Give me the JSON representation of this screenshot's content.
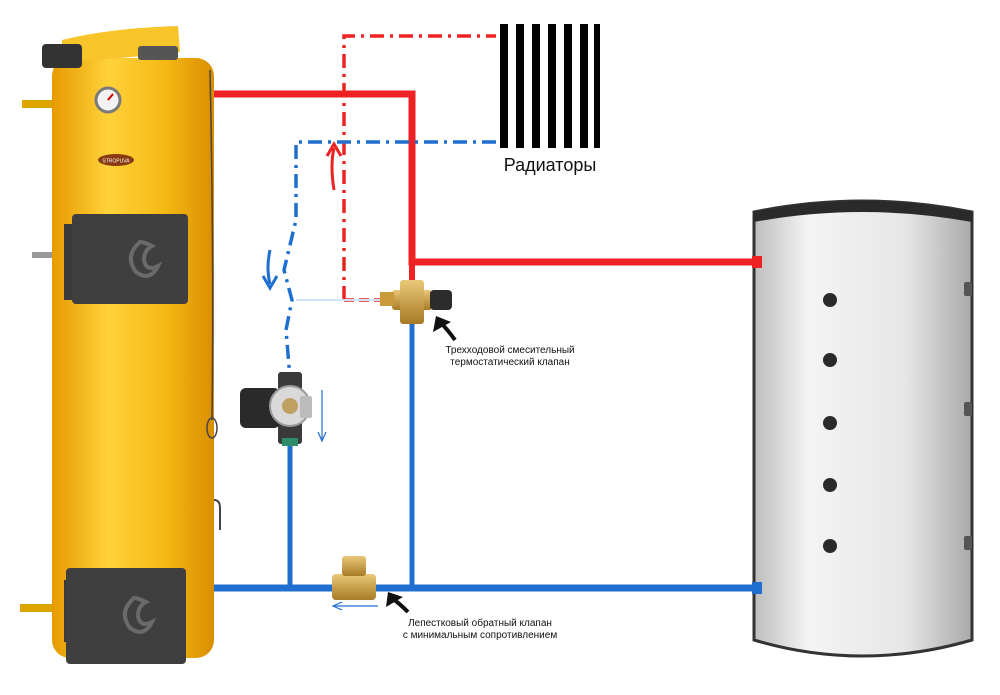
{
  "labels": {
    "radiators": "Радиаторы",
    "three_way_valve": [
      "Трехходовой смесительный",
      "термостатический клапан"
    ],
    "check_valve": [
      "Лепестковый обратный клапан",
      "с минимальным сопротивлением"
    ]
  },
  "boiler_logo": "STROPUVA",
  "colors": {
    "supply": "#ee2222",
    "return": "#1f6fd0",
    "boiler": "#f5b814",
    "tank": "#e8e8e8",
    "brass": "#c89a3a"
  }
}
